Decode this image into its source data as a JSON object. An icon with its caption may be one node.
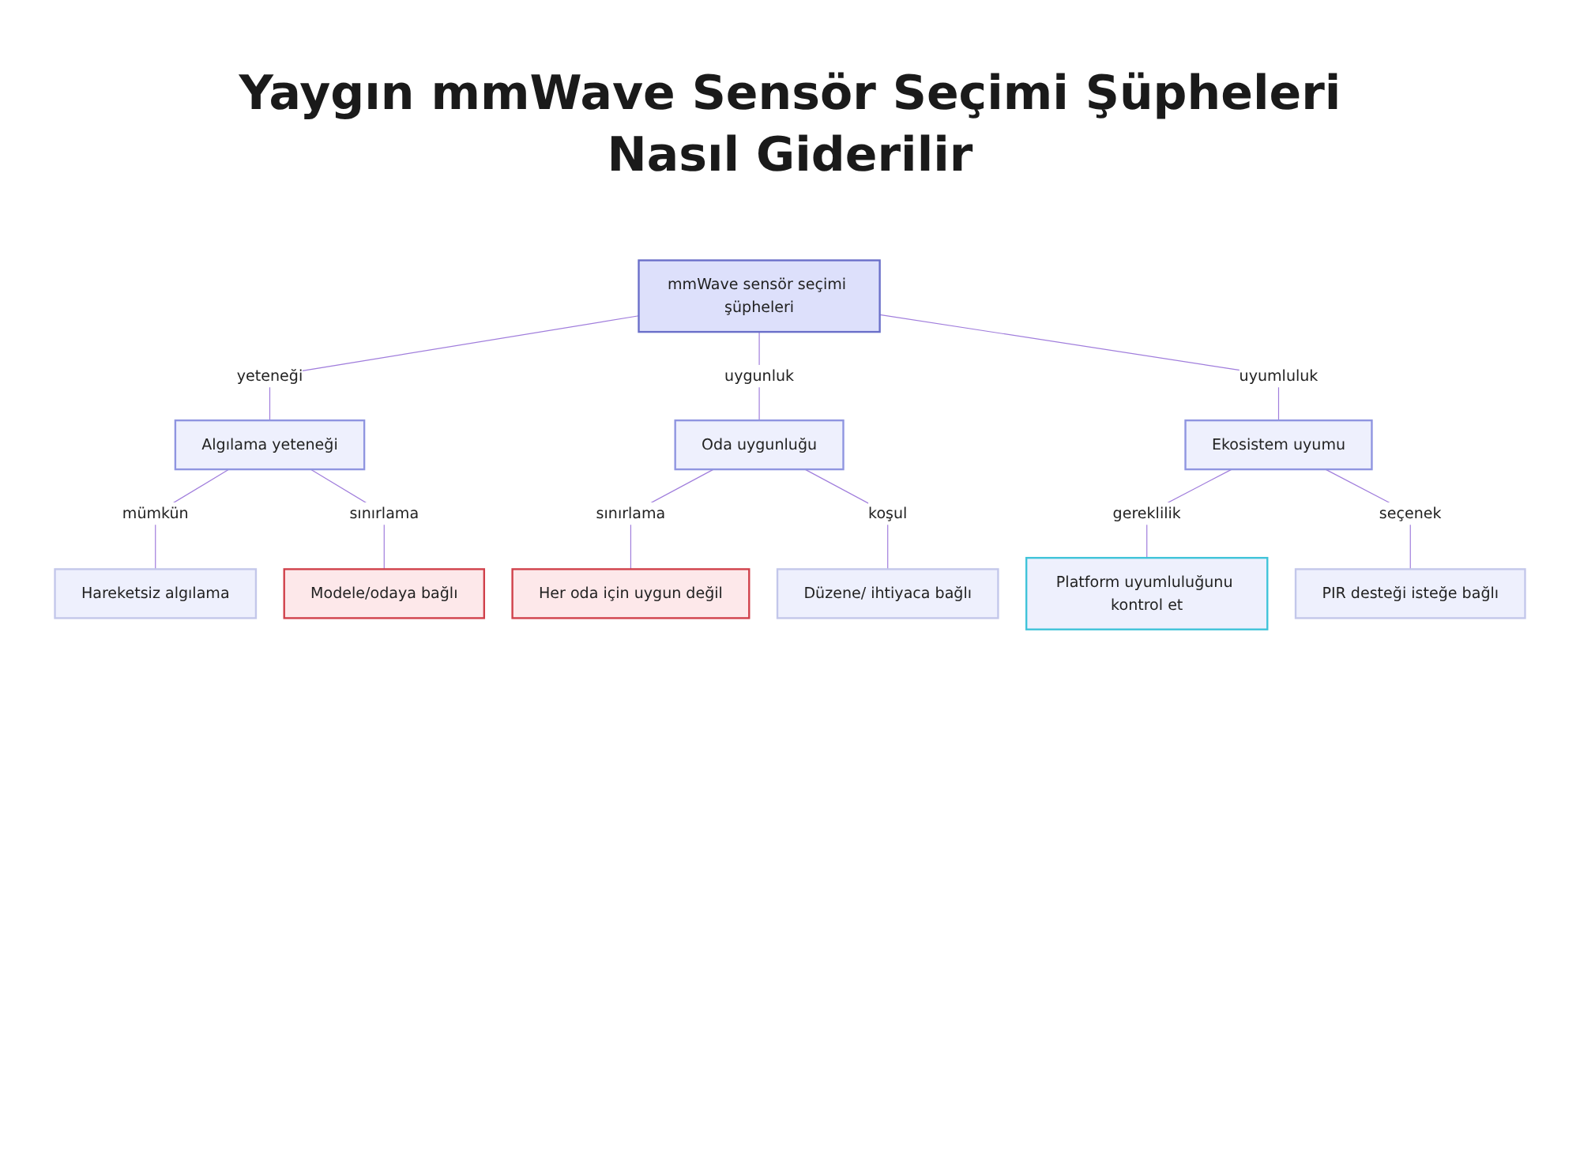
{
  "diagram": {
    "title": "Yaygın mmWave Sensör Seçimi Şüpheleri Nasıl Giderilir",
    "nodes": [
      {
        "text": [
          "mmWave sensör seçimi şüpheleri"
        ]
      },
      {
        "text": [
          "Algılama yeteneği"
        ]
      },
      {
        "text": [
          "Oda uygunluğu"
        ]
      },
      {
        "text": [
          "Ekosistem uyumu"
        ]
      },
      {
        "text": [
          "Hareketsiz algılama"
        ]
      },
      {
        "text": [
          "Modele/odaya bağlı"
        ]
      },
      {
        "text": [
          "Her oda için uygun değil"
        ]
      },
      {
        "text": [
          "Düzene/ ihtiyaca bağlı"
        ]
      },
      {
        "text": [
          "Platform uyumluluğunu kontrol et"
        ]
      },
      {
        "text": [
          "PIR desteği isteğe bağlı"
        ]
      }
    ],
    "edges": [
      {
        "from": 0,
        "to": 1,
        "arrow": "none",
        "label": "yeteneği"
      },
      {
        "from": 0,
        "to": 2,
        "arrow": "none",
        "label": "uygunluk"
      },
      {
        "from": 0,
        "to": 3,
        "arrow": "none",
        "label": "uyumluluk"
      },
      {
        "from": 1,
        "to": 4,
        "arrow": "none",
        "label": "mümkün"
      },
      {
        "from": 1,
        "to": 5,
        "arrow": "none",
        "label": "sınırlama"
      },
      {
        "from": 2,
        "to": 6,
        "arrow": "none",
        "label": "sınırlama"
      },
      {
        "from": 2,
        "to": 7,
        "arrow": "none",
        "label": "koşul"
      },
      {
        "from": 3,
        "to": 8,
        "arrow": "none",
        "label": "gereklilik"
      },
      {
        "from": 3,
        "to": 9,
        "arrow": "none",
        "label": "seçenek"
      }
    ]
  }
}
